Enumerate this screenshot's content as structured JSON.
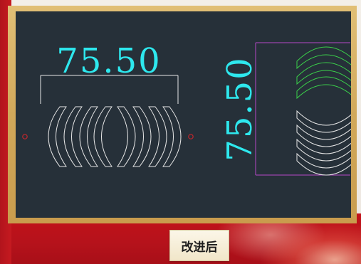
{
  "drawing": {
    "left_dimension_text": "75.50",
    "right_dimension_text": "75.50"
  },
  "caption": {
    "label": "改进后"
  },
  "colors": {
    "canvas_background": "#263039",
    "dimension_text": "#2ee8ee",
    "outline_white": "#e6e6e6",
    "outline_green": "#3bd14a",
    "dimension_line_magenta": "#b548c8",
    "marker_red": "#c4262c",
    "frame_gold": "#d7ad5e",
    "banner_red": "#b5121b"
  },
  "icons": {
    "left_marker": "red-circle-marker",
    "right_marker": "red-circle-marker"
  }
}
